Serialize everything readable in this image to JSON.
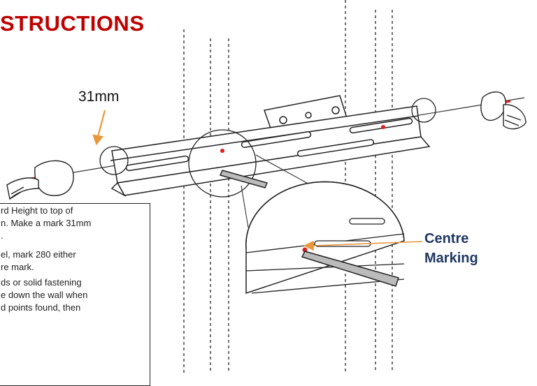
{
  "title": "STRUCTIONS",
  "measurement_label": "31mm",
  "callout": {
    "line1": "Centre",
    "line2": "Marking"
  },
  "instructions_partial": [
    "rd Height to top of",
    "n. Make a mark 31mm",
    ".",
    "el, mark 280 either",
    "re mark.",
    "ds or solid fastening",
    "e down the wall when",
    "d points found, then"
  ],
  "colors": {
    "title": "#c00000",
    "arrow": "#e8973a",
    "callout_text": "#1f3864",
    "marks": "#e02020"
  },
  "icons": [
    "bracket-rail",
    "spirit-level",
    "pointing-hand-left",
    "pointing-hand-right",
    "magnifier-circle",
    "pencil"
  ]
}
